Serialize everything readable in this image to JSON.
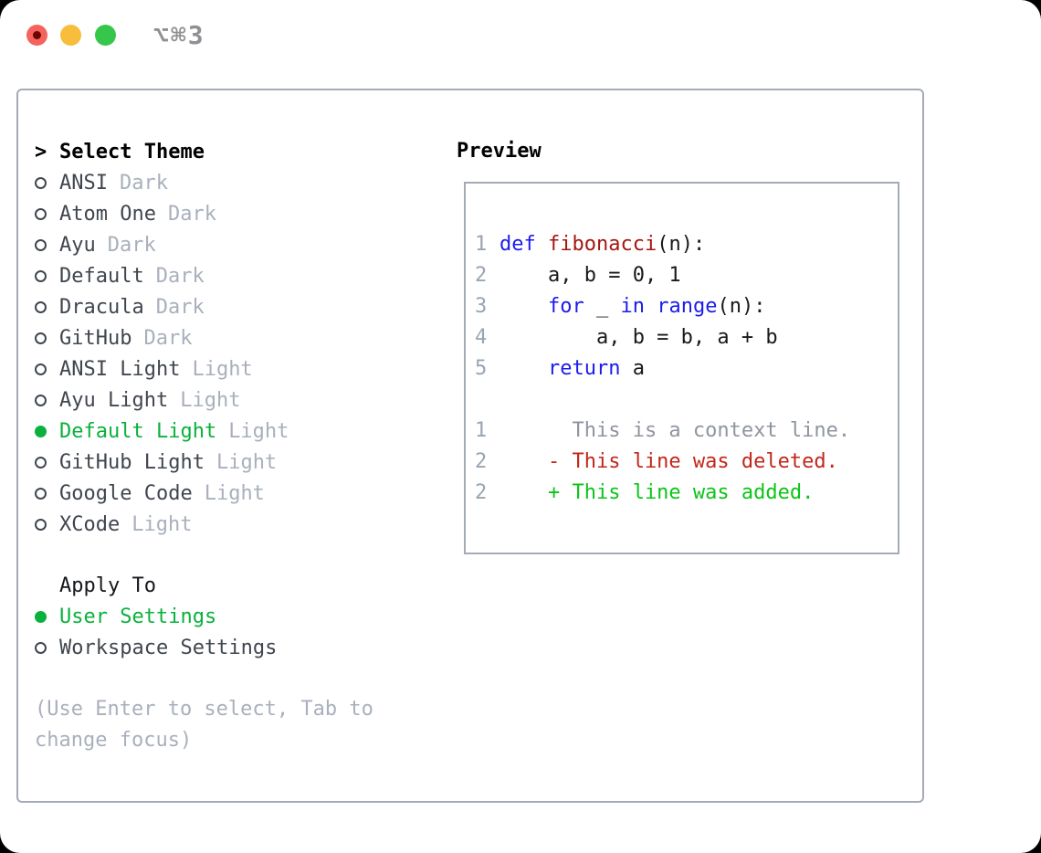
{
  "window": {
    "shortcut": "⌥⌘3",
    "traffic_lights": [
      "close",
      "minimize",
      "zoom"
    ]
  },
  "theme_panel": {
    "prompt": ">",
    "title": "Select Theme",
    "items": [
      {
        "name": "ANSI",
        "variant": "Dark",
        "selected": false
      },
      {
        "name": "Atom One",
        "variant": "Dark",
        "selected": false
      },
      {
        "name": "Ayu",
        "variant": "Dark",
        "selected": false
      },
      {
        "name": "Default",
        "variant": "Dark",
        "selected": false
      },
      {
        "name": "Dracula",
        "variant": "Dark",
        "selected": false
      },
      {
        "name": "GitHub",
        "variant": "Dark",
        "selected": false
      },
      {
        "name": "ANSI Light",
        "variant": "Light",
        "selected": false
      },
      {
        "name": "Ayu Light",
        "variant": "Light",
        "selected": false
      },
      {
        "name": "Default Light",
        "variant": "Light",
        "selected": true
      },
      {
        "name": "GitHub Light",
        "variant": "Light",
        "selected": false
      },
      {
        "name": "Google Code",
        "variant": "Light",
        "selected": false
      },
      {
        "name": "XCode",
        "variant": "Light",
        "selected": false
      }
    ]
  },
  "apply_panel": {
    "title": "Apply To",
    "items": [
      {
        "label": "User Settings",
        "selected": true
      },
      {
        "label": "Workspace Settings",
        "selected": false
      }
    ]
  },
  "help_text": "(Use Enter to select, Tab to change focus)",
  "preview": {
    "title": "Preview",
    "code_lines": [
      {
        "num": "1",
        "segments": [
          {
            "text": "def",
            "color": "keyword"
          },
          {
            "text": " "
          },
          {
            "text": "fibonacci",
            "color": "function"
          },
          {
            "text": "(n):"
          }
        ]
      },
      {
        "num": "2",
        "segments": [
          {
            "text": "    a, b = 0, 1"
          }
        ]
      },
      {
        "num": "3",
        "segments": [
          {
            "text": "    "
          },
          {
            "text": "for",
            "color": "keyword"
          },
          {
            "text": " _ "
          },
          {
            "text": "in",
            "color": "keyword"
          },
          {
            "text": " "
          },
          {
            "text": "range",
            "color": "keyword"
          },
          {
            "text": "(n):"
          }
        ]
      },
      {
        "num": "4",
        "segments": [
          {
            "text": "        a, b = b, a + b"
          }
        ]
      },
      {
        "num": "5",
        "segments": [
          {
            "text": "    "
          },
          {
            "text": "return",
            "color": "keyword"
          },
          {
            "text": " a"
          }
        ]
      },
      {
        "num": "",
        "segments": []
      },
      {
        "num": "1",
        "segments": [
          {
            "text": "      This is a context line.",
            "color": "context"
          }
        ]
      },
      {
        "num": "2",
        "segments": [
          {
            "text": "    - This line was deleted.",
            "color": "deleted"
          }
        ]
      },
      {
        "num": "2",
        "segments": [
          {
            "text": "    + This line was added.",
            "color": "added"
          }
        ]
      }
    ]
  },
  "colors": {
    "tl_red": "#f4635d",
    "tl_red_dot": "#6f0502",
    "tl_yellow": "#f7bd3b",
    "tl_green": "#37c64c",
    "shortcut": "#909094",
    "border": "#a4abb5",
    "item": "#40464f",
    "muted": "#a9b0bc",
    "selected_green": "#0ab13c",
    "line_number": "#9aa4b2",
    "code_default": "#17191d",
    "keyword": "#1b1bef",
    "function": "#a41712",
    "context": "#8f959f",
    "deleted": "#c3261b",
    "added": "#0cc417"
  }
}
